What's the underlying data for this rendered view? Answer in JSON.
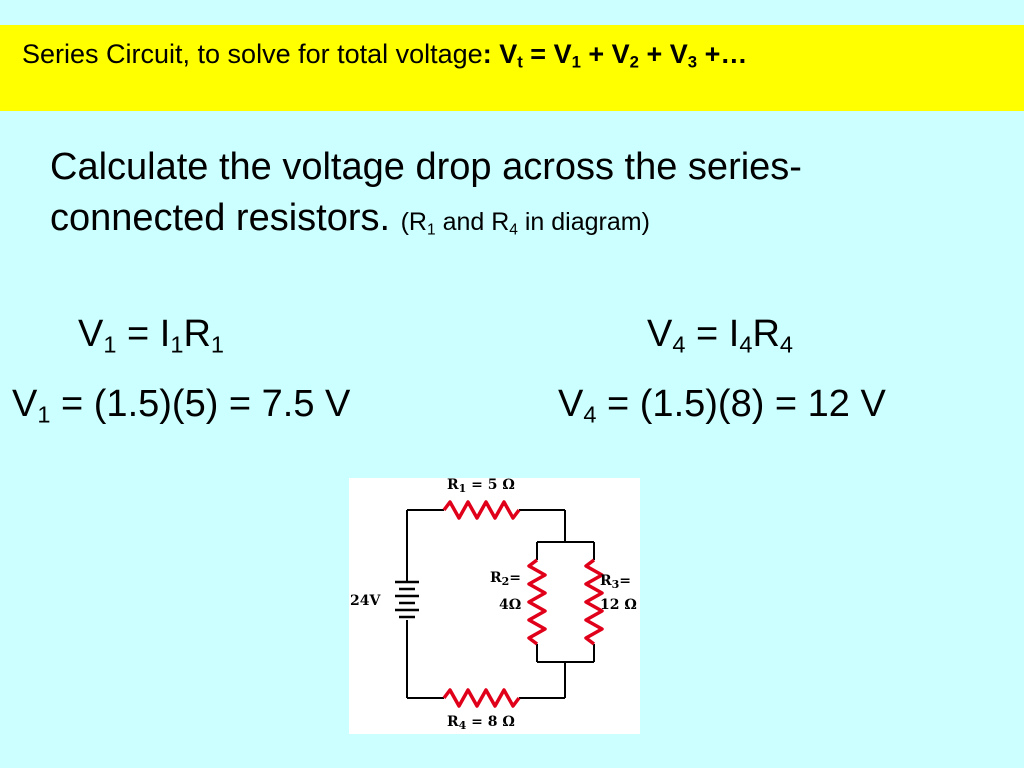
{
  "banner": {
    "prefix": "Series Circuit, to solve for total voltage",
    "colon_v": ": V",
    "sub_t": "t",
    "eq1": " = V",
    "sub_1": "1",
    "plus1": " + V",
    "sub_2": "2",
    "plus2": " + V",
    "sub_3": "3",
    "tail": " +…"
  },
  "intro": {
    "line1": "Calculate the voltage drop across the series-",
    "line2": "connected resistors. ",
    "note_open": "(R",
    "note_sub1": "1",
    "note_mid": " and R",
    "note_sub4": "4",
    "note_close": " in diagram)"
  },
  "left_formula": {
    "v": "V",
    "vsub": "1",
    "eq": " = I",
    "isub": "1",
    "r": "R",
    "rsub": "1"
  },
  "right_formula": {
    "v": "V",
    "vsub": "4",
    "eq": " = I",
    "isub": "4",
    "r": "R",
    "rsub": "4"
  },
  "left_calc": {
    "v": "V",
    "vsub": "1",
    "rest": " = (1.5)(5) = 7.5 V"
  },
  "right_calc": {
    "v": "V",
    "vsub": "4",
    "rest": " = (1.5)(8) = 12 V"
  },
  "diagram": {
    "r1_label": "R",
    "r1_sub": "1",
    "r1_value": " = 5 Ω",
    "r2_label": "R",
    "r2_sub": "2",
    "r2_eq": "=",
    "r2_value": "4Ω",
    "r3_label": "R",
    "r3_sub": "3",
    "r3_eq": "=",
    "r3_value": "12 Ω",
    "r4_label": "R",
    "r4_sub": "4",
    "r4_value": " = 8 Ω",
    "battery_label": "24V",
    "wire_color": "#000000",
    "resistor_color": "#e0001a"
  }
}
